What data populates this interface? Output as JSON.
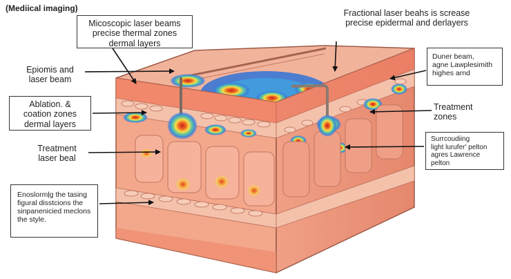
{
  "title": "(Mediical imaging)",
  "labels": {
    "microscopic": "Micoscopic laser beams\nprecise thermal zones\ndermal layers",
    "fractional": "Fractional laser beahs is screase\nprecise epidermal and derlayers",
    "epiomis": "Epiomis and\nlaser beam",
    "ablation": "Ablation. &\ncoation zones\ndermal layers",
    "treatment_left": "Treatment\nlaser beal",
    "bottom_note": "Enoslormļg the tasing\nfigural disstcions the\nsinpanenicied meclons\nthe style.",
    "duner": "Duner beam,\nagne Lawplesimith\nhighes arnd",
    "treatment_right": "Treatment\nzones",
    "surrounding": "Surrcoudiing\nlight lurufer' pelton\nagres Lawrence\npelton"
  },
  "colors": {
    "skin_top": "#f1b49a",
    "skin_front": "#f3a78b",
    "skin_side": "#e8937a",
    "outline": "#9c5a47",
    "arrow": "#111111",
    "hot_core": "#e03a1e",
    "mid_ring": "#f6e24a",
    "cool_ring": "#3f8fe0"
  }
}
